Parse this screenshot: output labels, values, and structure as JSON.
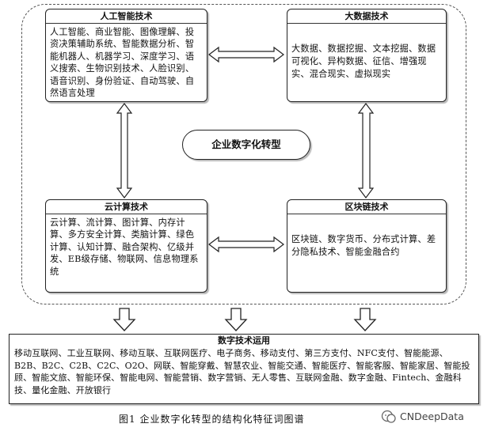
{
  "center": {
    "label": "企业数字化转型"
  },
  "boxes": {
    "ai": {
      "title": "人工智能技术",
      "text": "人工智能、商业智能、图像理解、投资决策辅助系统、智能数据分析、智能机器人、机器学习、深度学习、语义搜索、生物识别技术、人脸识别、语音识别、身份验证、自动驾驶、自然语言处理"
    },
    "bigdata": {
      "title": "大数据技术",
      "text": "大数据、数据挖掘、文本挖掘、数据可视化、异构数据、征信、增强现实、混合现实、虚拟现实"
    },
    "cloud": {
      "title": "云计算技术",
      "text": "云计算、流计算、图计算、内存计算、多方安全计算、类脑计算、绿色计算、认知计算、融合架构、亿级并发、EB级存储、物联网、信息物理系统"
    },
    "blockchain": {
      "title": "区块链技术",
      "text": "区块链、数字货币、分布式计算、差分隐私技术、智能金融合约"
    }
  },
  "application": {
    "title": "数字技术运用",
    "text": "移动互联网、工业互联网、移动互联、互联网医疗、电子商务、移动支付、第三方支付、NFC支付、智能能源、B2B、B2C、C2B、C2C、O2O、网联、智能穿戴、智慧农业、智能交通、智能医疗、智能客服、智能家居、智能投顾、智能文旅、智能环保、智能电网、智能营销、数字营销、无人零售、互联网金融、数字金融、Fintech、金融科技、量化金融、开放银行"
  },
  "caption": "图1  企业数字化转型的结构化特征词图谱",
  "watermark": "CNDeepData"
}
